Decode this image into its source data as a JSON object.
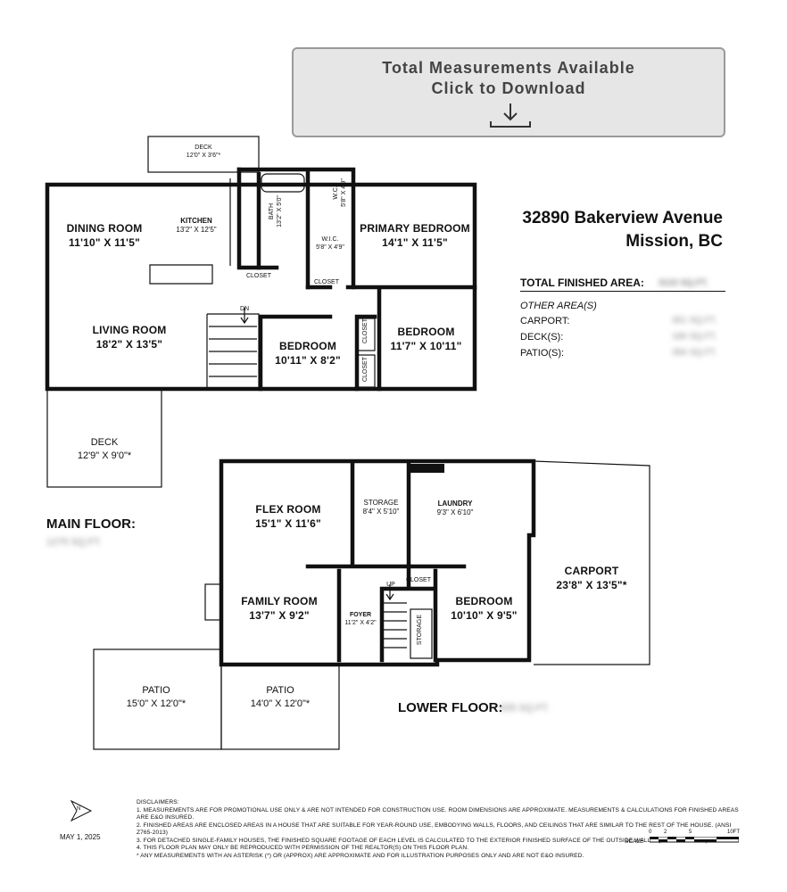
{
  "download": {
    "line1": "Total Measurements Available",
    "line2": "Click to Download"
  },
  "address": {
    "street": "32890 Bakerview Avenue",
    "city": "Mission, BC"
  },
  "summary": {
    "total_label": "TOTAL FINISHED AREA:",
    "total_value": "3110 SQ.FT.",
    "other_label": "OTHER AREA(S)",
    "carport_label": "CARPORT:",
    "carport_value": "351 SQ.FT.",
    "deck_label": "DECK(S):",
    "deck_value": "186 SQ.FT.",
    "patio_label": "PATIO(S):",
    "patio_value": "356 SQ.FT."
  },
  "main_floor": {
    "label": "MAIN FLOOR:",
    "area": "1275 SQ.FT.",
    "rooms": {
      "deck_top": {
        "name": "DECK",
        "dim": "12'0\" X 3'6\"*"
      },
      "dining": {
        "name": "DINING ROOM",
        "dim": "11'10\" X 11'5\""
      },
      "kitchen": {
        "name": "KITCHEN",
        "dim": "13'2\" X 12'5\""
      },
      "bath": {
        "name": "BATH",
        "dim": "13'2\" X 5'0\""
      },
      "wc": {
        "name": "W.C.",
        "dim": "5'8\" X 4'9\""
      },
      "wic": {
        "name": "W.I.C.",
        "dim": "5'8\" X 4'9\""
      },
      "primary": {
        "name": "PRIMARY BEDROOM",
        "dim": "14'1\" X 11'5\""
      },
      "closet1": "CLOSET",
      "closet2": "CLOSET",
      "closet3": "CLOSET",
      "closet4": "CLOSET",
      "living": {
        "name": "LIVING ROOM",
        "dim": "18'2\" X 13'5\""
      },
      "bedroom1": {
        "name": "BEDROOM",
        "dim": "10'11\" X 8'2\""
      },
      "bedroom2": {
        "name": "BEDROOM",
        "dim": "11'7\" X 10'11\""
      },
      "dn": "DN",
      "deck_bottom": {
        "name": "DECK",
        "dim": "12'9\" X 9'0\"*"
      }
    }
  },
  "lower_floor": {
    "label": "LOWER FLOOR:",
    "area": "835 SQ.FT.",
    "rooms": {
      "flex": {
        "name": "FLEX ROOM",
        "dim": "15'1\" X 11'6\""
      },
      "storage": {
        "name": "STORAGE",
        "dim": "8'4\" X 5'10\""
      },
      "laundry": {
        "name": "LAUNDRY",
        "dim": "9'3\" X 6'10\""
      },
      "carport": {
        "name": "CARPORT",
        "dim": "23'8\" X 13'5\"*"
      },
      "family": {
        "name": "FAMILY ROOM",
        "dim": "13'7\" X 9'2\""
      },
      "foyer": {
        "name": "FOYER",
        "dim": "11'2\" X 4'2\""
      },
      "closet": "CLOSET",
      "up": "UP",
      "storage2": "STORAGE",
      "bedroom": {
        "name": "BEDROOM",
        "dim": "10'10\" X 9'5\""
      },
      "patio1": {
        "name": "PATIO",
        "dim": "15'0\" X 12'0\"*"
      },
      "patio2": {
        "name": "PATIO",
        "dim": "14'0\" X 12'0\"*"
      }
    }
  },
  "footer": {
    "date": "MAY 1, 2025",
    "disclaimer_title": "DISCLAIMERS:",
    "disclaimers": [
      "1. MEASUREMENTS ARE FOR PROMOTIONAL USE ONLY & ARE NOT INTENDED FOR CONSTRUCTION USE. ROOM DIMENSIONS ARE APPROXIMATE. MEASUREMENTS & CALCULATIONS FOR FINISHED AREAS ARE E&O INSURED.",
      "2. FINISHED AREAS ARE ENCLOSED AREAS IN A HOUSE THAT ARE SUITABLE FOR YEAR-ROUND USE, EMBODYING WALLS, FLOORS, AND CEILINGS THAT ARE SIMILAR TO THE REST OF THE HOUSE. (ANSI Z765-2013)",
      "3. FOR DETACHED SINGLE-FAMILY HOUSES, THE FINISHED SQUARE FOOTAGE OF EACH LEVEL IS CALCULATED TO THE EXTERIOR FINISHED SURFACE OF THE OUTSIDE WALLS. (ANSI Z765-2013)",
      "4. THIS FLOOR PLAN MAY ONLY BE REPRODUCED WITH PERMISSION OF THE REALTOR(S) ON THIS FLOOR PLAN.",
      "* ANY MEASUREMENTS WITH AN ASTERISK (*) OR (APPROX) ARE APPROXIMATE AND FOR ILLUSTRATION PURPOSES ONLY AND ARE NOT E&O INSURED."
    ],
    "scale_label": "SCALE",
    "scale_ticks": [
      "0",
      "2",
      "5",
      "10FT"
    ],
    "north": "N"
  }
}
